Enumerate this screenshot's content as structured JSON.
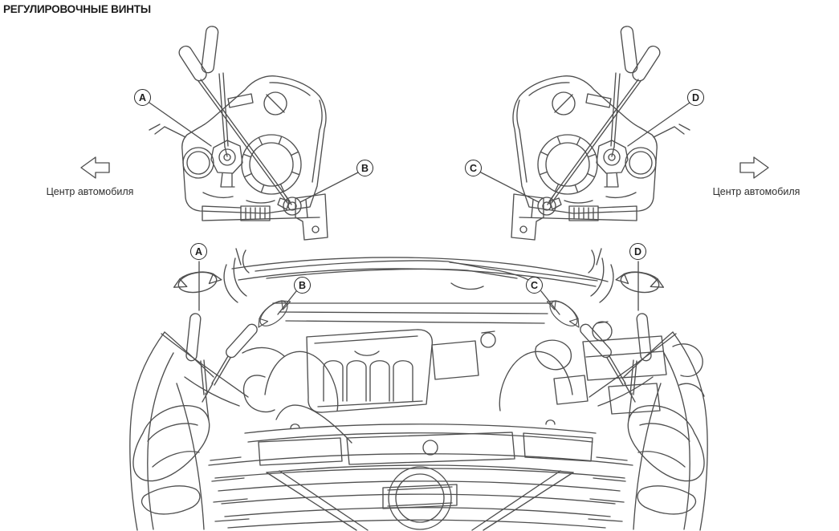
{
  "title": "РЕГУЛИРОВОЧНЫЕ ВИНТЫ",
  "side_labels": {
    "left": {
      "text": "Центр автомобиля",
      "icon": "left-block-arrow-icon"
    },
    "right": {
      "text": "Центр автомобиля",
      "icon": "right-block-arrow-icon"
    }
  },
  "headlamp_rear_views": {
    "left_unit": {
      "callouts": [
        {
          "label": "A"
        },
        {
          "label": "B"
        }
      ]
    },
    "right_unit": {
      "callouts": [
        {
          "label": "C"
        },
        {
          "label": "D"
        }
      ]
    }
  },
  "engine_bay_view": {
    "callouts": [
      {
        "label": "A"
      },
      {
        "label": "B"
      },
      {
        "label": "C"
      },
      {
        "label": "D"
      }
    ],
    "icons": [
      "rotate-arrow-icon",
      "screwdriver-icon"
    ]
  },
  "colors": {
    "line": "#4f4f4f",
    "line_light": "#8c8c8c",
    "ink": "#1c1c1c",
    "bg": "#ffffff"
  }
}
